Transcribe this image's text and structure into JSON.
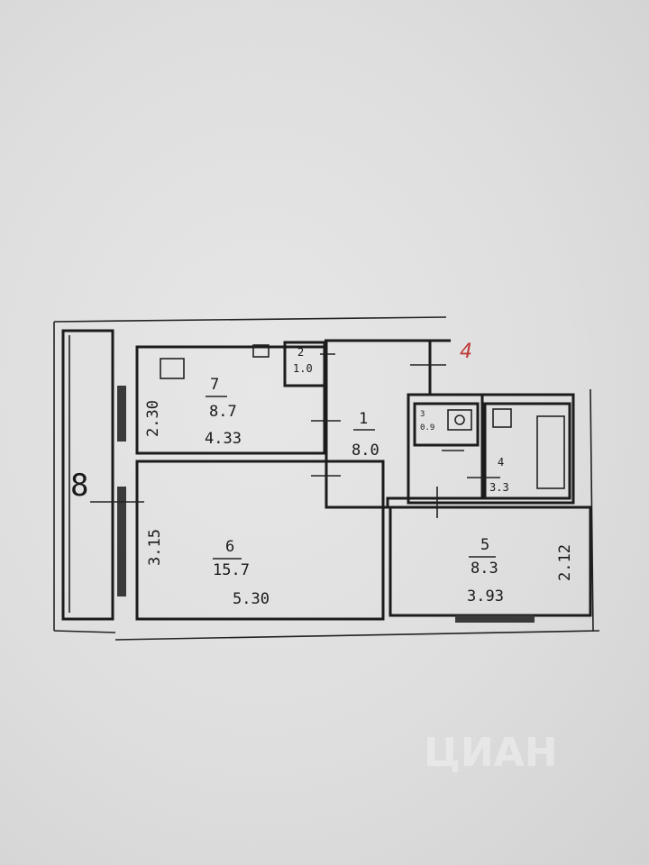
{
  "plan": {
    "corner_marker": "4",
    "watermark": "ЦИАН",
    "rooms": [
      {
        "id": "r1",
        "number": "1",
        "area": "8.0"
      },
      {
        "id": "r2",
        "number": "2",
        "area": "1.0"
      },
      {
        "id": "r3",
        "number": "3",
        "area": "0.9"
      },
      {
        "id": "r4",
        "number": "4",
        "area": "3.3"
      },
      {
        "id": "r5",
        "number": "5",
        "area": "8.3",
        "dim_w": "3.93",
        "dim_h": "2.12"
      },
      {
        "id": "r6",
        "number": "6",
        "area": "15.7",
        "dim_w": "5.30",
        "dim_h": "3.15"
      },
      {
        "id": "r7",
        "number": "7",
        "area": "8.7",
        "dim_w": "4.33",
        "dim_h": "2.30"
      },
      {
        "id": "r8",
        "number": "8"
      }
    ]
  }
}
